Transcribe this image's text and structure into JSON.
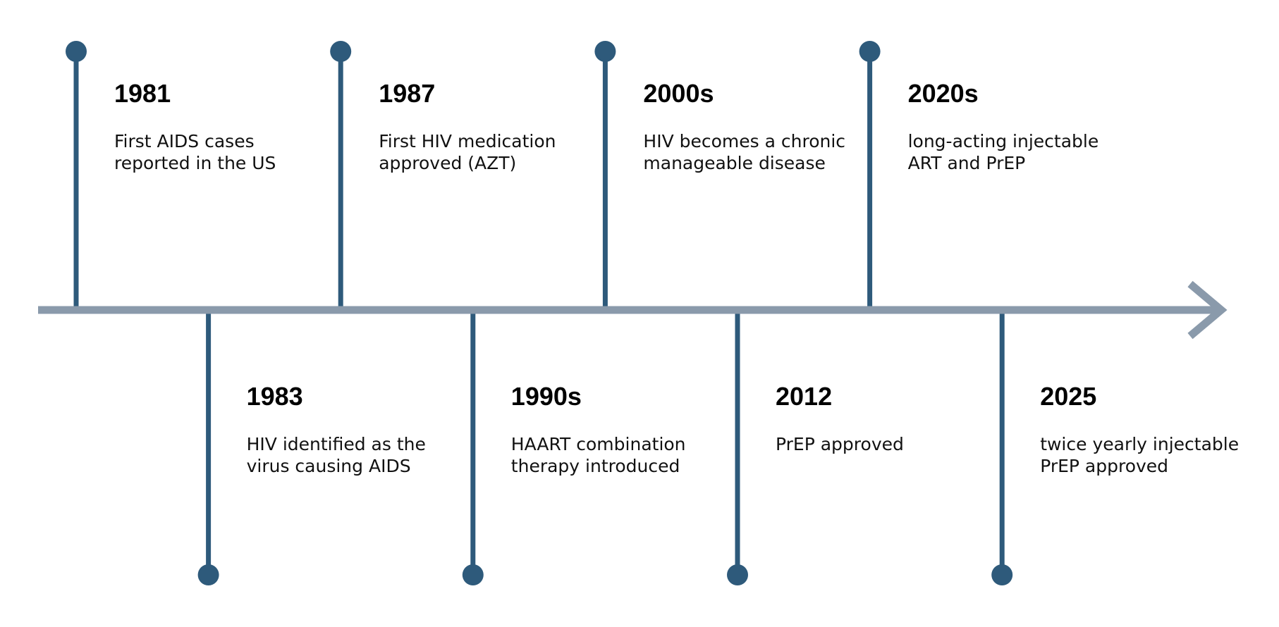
{
  "colors": {
    "axis": "#8a9aab",
    "stem": "#2e5a7b",
    "dot": "#2e5a7b",
    "year_text": "#000000",
    "desc_text": "#111111"
  },
  "events": [
    {
      "year": "1981",
      "description": "First AIDS cases reported in the US",
      "side": "top"
    },
    {
      "year": "1983",
      "description": "HIV identified as the virus causing AIDS",
      "side": "bottom"
    },
    {
      "year": "1987",
      "description": "First HIV medication approved (AZT)",
      "side": "top"
    },
    {
      "year": "1990s",
      "description": "HAART combination therapy introduced",
      "side": "bottom"
    },
    {
      "year": "2000s",
      "description": "HIV becomes a chronic manageable disease",
      "side": "top"
    },
    {
      "year": "2012",
      "description": "PrEP approved",
      "side": "bottom"
    },
    {
      "year": "2020s",
      "description": "long-acting injectable ART and PrEP",
      "side": "top"
    },
    {
      "year": "2025",
      "description": "twice yearly injectable PrEP approved",
      "side": "bottom"
    }
  ]
}
